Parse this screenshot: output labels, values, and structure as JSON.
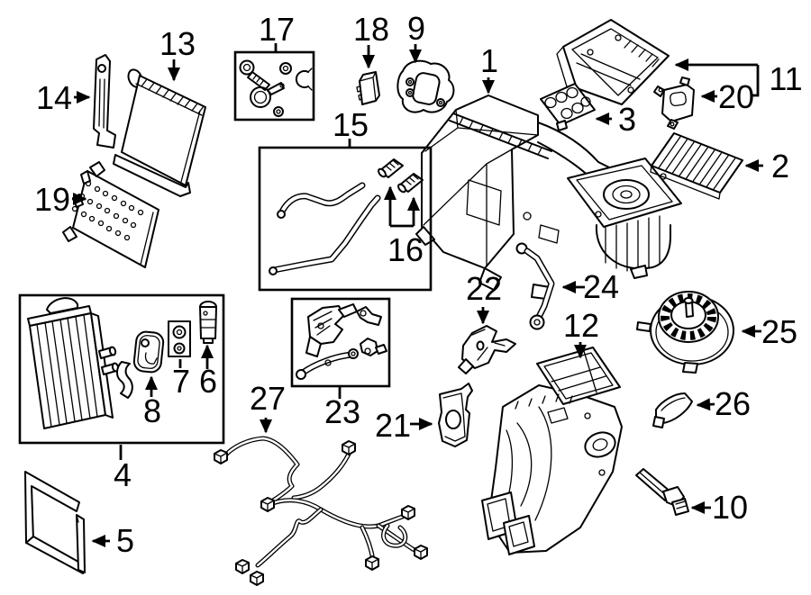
{
  "diagram": {
    "background_color": "#ffffff",
    "line_color": "#000000",
    "label_color": "#000000",
    "callouts": {
      "c1": "1",
      "c2": "2",
      "c3": "3",
      "c4": "4",
      "c5": "5",
      "c6": "6",
      "c7": "7",
      "c8": "8",
      "c9": "9",
      "c10": "10",
      "c11": "11",
      "c12": "12",
      "c13": "13",
      "c14": "14",
      "c15": "15",
      "c16": "16",
      "c17": "17",
      "c18": "18",
      "c19": "19",
      "c20": "20",
      "c21": "21",
      "c22": "22",
      "c23": "23",
      "c24": "24",
      "c25": "25",
      "c26": "26",
      "c27": "27"
    }
  }
}
